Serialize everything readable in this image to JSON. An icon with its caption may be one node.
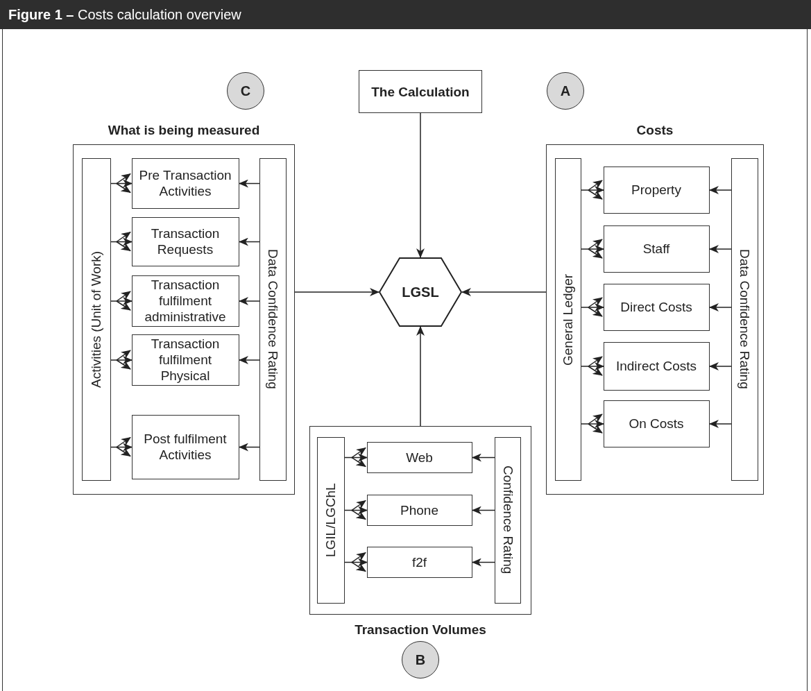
{
  "diagram": {
    "title": "**Figure 1 –** Costs calculation overview",
    "nodes": [
      {
        "text": [
          "C"
        ]
      },
      {
        "text": [
          "The Calculation"
        ]
      },
      {
        "text": [
          "A"
        ]
      },
      {
        "text": [
          "What is being measured"
        ]
      },
      {
        "text": [
          "Activities (Unit of Work)"
        ],
        "in": 3
      },
      {
        "text": [
          "Pre Transaction Activities"
        ],
        "in": 3
      },
      {
        "text": [
          "Transaction Requests"
        ],
        "in": 3
      },
      {
        "text": [
          "Transaction fulfilment administrative"
        ],
        "in": 3
      },
      {
        "text": [
          "Transaction fulfilment Physical"
        ],
        "in": 3
      },
      {
        "text": [
          "Post fulfilment Activities"
        ],
        "in": 3
      },
      {
        "text": [
          "Data Confidence Rating"
        ],
        "in": 3
      },
      {
        "text": [
          "LGSL"
        ]
      },
      {
        "text": [
          "Costs"
        ]
      },
      {
        "text": [
          "General Ledger"
        ],
        "in": 12
      },
      {
        "text": [
          "Property"
        ],
        "in": 12
      },
      {
        "text": [
          "Staff"
        ],
        "in": 12
      },
      {
        "text": [
          "Direct Costs"
        ],
        "in": 12
      },
      {
        "text": [
          "Indirect Costs"
        ],
        "in": 12
      },
      {
        "text": [
          "On Costs"
        ],
        "in": 12
      },
      {
        "text": [
          "Data Confidence Rating"
        ],
        "in": 12
      },
      {
        "text": [
          "Transaction Volumes"
        ]
      },
      {
        "text": [
          "LGIL/LGChL"
        ],
        "in": 20
      },
      {
        "text": [
          "Web"
        ],
        "in": 20
      },
      {
        "text": [
          "Phone"
        ],
        "in": 20
      },
      {
        "text": [
          "f2f"
        ],
        "in": 20
      },
      {
        "text": [
          "Confidence Rating"
        ],
        "in": 20
      },
      {
        "text": [
          "B"
        ]
      }
    ],
    "edges": [
      {
        "from": 1,
        "to": 11,
        "arrow": "to"
      },
      {
        "from": 3,
        "to": 11,
        "arrow": "to"
      },
      {
        "from": 12,
        "to": 11,
        "arrow": "to"
      },
      {
        "from": 20,
        "to": 11,
        "arrow": "to"
      },
      {
        "from": 4,
        "to": 5,
        "arrow": "to"
      },
      {
        "from": 10,
        "to": 5,
        "arrow": "to"
      },
      {
        "from": 4,
        "to": 6,
        "arrow": "to"
      },
      {
        "from": 10,
        "to": 6,
        "arrow": "to"
      },
      {
        "from": 4,
        "to": 7,
        "arrow": "to"
      },
      {
        "from": 10,
        "to": 7,
        "arrow": "to"
      },
      {
        "from": 4,
        "to": 8,
        "arrow": "to"
      },
      {
        "from": 10,
        "to": 8,
        "arrow": "to"
      },
      {
        "from": 4,
        "to": 9,
        "arrow": "to"
      },
      {
        "from": 10,
        "to": 9,
        "arrow": "to"
      },
      {
        "from": 13,
        "to": 14,
        "arrow": "to"
      },
      {
        "from": 19,
        "to": 14,
        "arrow": "to"
      },
      {
        "from": 13,
        "to": 15,
        "arrow": "to"
      },
      {
        "from": 19,
        "to": 15,
        "arrow": "to"
      },
      {
        "from": 13,
        "to": 16,
        "arrow": "to"
      },
      {
        "from": 19,
        "to": 16,
        "arrow": "to"
      },
      {
        "from": 13,
        "to": 17,
        "arrow": "to"
      },
      {
        "from": 19,
        "to": 17,
        "arrow": "to"
      },
      {
        "from": 13,
        "to": 18,
        "arrow": "to"
      },
      {
        "from": 19,
        "to": 18,
        "arrow": "to"
      },
      {
        "from": 21,
        "to": 22,
        "arrow": "to"
      },
      {
        "from": 25,
        "to": 22,
        "arrow": "to"
      },
      {
        "from": 21,
        "to": 23,
        "arrow": "to"
      },
      {
        "from": 25,
        "to": 23,
        "arrow": "to"
      },
      {
        "from": 21,
        "to": 24,
        "arrow": "to"
      },
      {
        "from": 25,
        "to": 24,
        "arrow": "to"
      }
    ]
  }
}
